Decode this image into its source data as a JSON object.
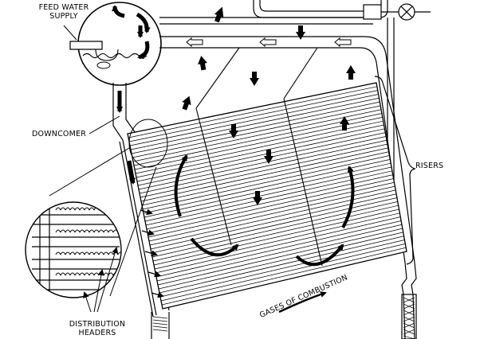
{
  "labels": {
    "feed_water_line1": "FEED WATER",
    "feed_water_line2": "SUPPLY",
    "downcomer": "DOWNCOMER",
    "risers": "RISERS",
    "distribution_line1": "DISTRIBUTION",
    "distribution_line2": "HEADERS",
    "gases": "GASES OF COMBUSTION"
  },
  "colors": {
    "ink": "#000000",
    "background": "#ffffff"
  }
}
